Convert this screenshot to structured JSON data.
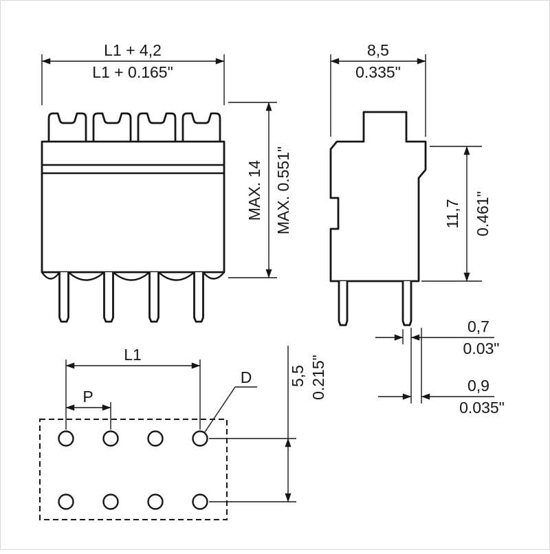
{
  "drawing": {
    "front": {
      "width_mm": "L1 + 4,2",
      "width_inch": "L1 + 0.165\"",
      "height_mm": "MAX. 14",
      "height_inch": "MAX. 0.551\""
    },
    "side": {
      "width_mm": "8,5",
      "width_inch": "0.335\"",
      "height_mm": "11,7",
      "height_inch": "0.461\"",
      "pin_width_mm": "0,7",
      "pin_width_inch": "0.03\"",
      "pin_depth_mm": "0,9",
      "pin_depth_inch": "0.035\""
    },
    "footprint": {
      "span": "L1",
      "pitch": "P",
      "hole_diameter": "D",
      "row_spacing_mm": "5,5",
      "row_spacing_inch": "0.215\""
    }
  },
  "colors": {
    "line": "#161616",
    "background": "#ffffff"
  }
}
